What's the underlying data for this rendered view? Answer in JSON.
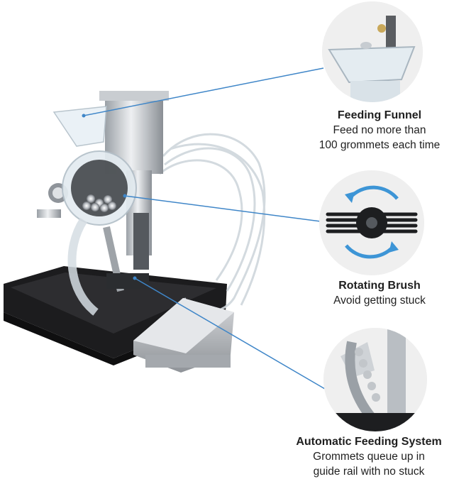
{
  "features": [
    {
      "title": "Feeding Funnel",
      "lines": [
        "Feed no more than",
        "100 grommets each time"
      ]
    },
    {
      "title": "Rotating Brush",
      "lines": [
        "Avoid getting stuck"
      ]
    },
    {
      "title": "Automatic Feeding System",
      "lines": [
        "Grommets queue up in",
        "guide rail with no stuck"
      ]
    }
  ],
  "colors": {
    "leader_line": "#3f86c8",
    "rotate_arrows": "#3d95d6",
    "tray": "#1c1c1e"
  }
}
